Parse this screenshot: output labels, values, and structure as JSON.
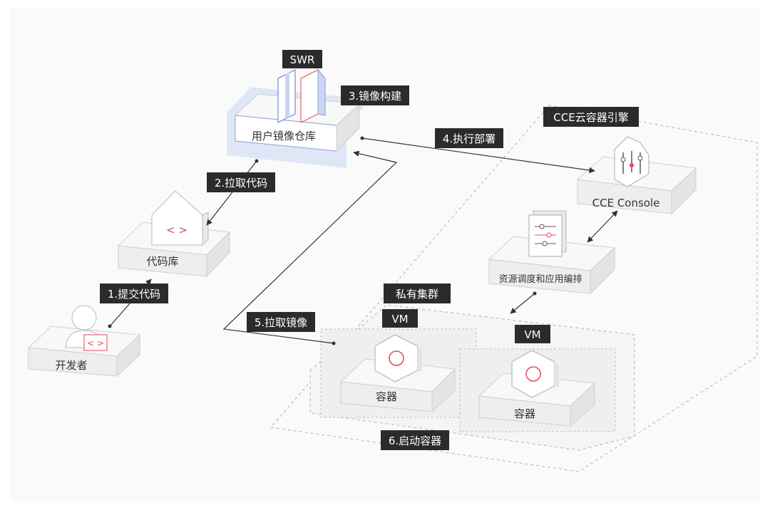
{
  "nodes": {
    "developer": "开发者",
    "code_repo": "代码库",
    "user_image_repo": "用户镜像仓库",
    "cce_console": "CCE Console",
    "scheduling": "资源调度和应用编排",
    "container_1": "容器",
    "container_2": "容器"
  },
  "tags": {
    "swr": "SWR",
    "cce_engine": "CCE云容器引擎",
    "private_cluster": "私有集群",
    "vm_1": "VM",
    "vm_2": "VM"
  },
  "steps": {
    "step1": "1.提交代码",
    "step2": "2.拉取代码",
    "step3": "3.镜像构建",
    "step4": "4.执行部署",
    "step5": "5.拉取镜像",
    "step6": "6.启动容器"
  },
  "colors": {
    "accent_red": "#e04a5a",
    "tag_bg": "#2b2b2b",
    "highlight_blue": "#c9d6f2",
    "box_face": "#f2f2f2",
    "box_top": "#f8f8f8",
    "dashed": "#bdbdbd"
  }
}
